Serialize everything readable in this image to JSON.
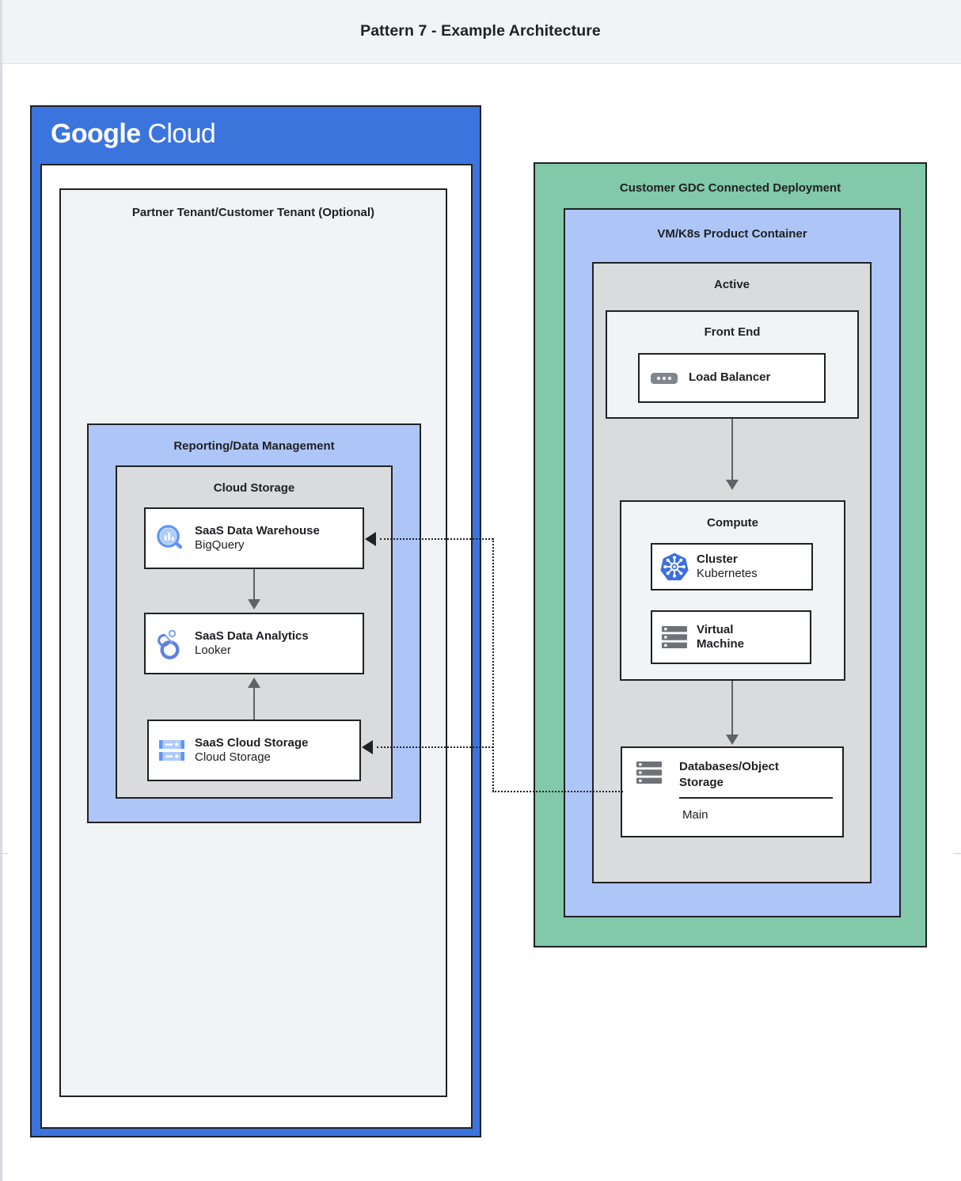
{
  "header": {
    "title": "Pattern 7 - Example Architecture"
  },
  "colors": {
    "brand_blue": "#3C74DE",
    "panel_blue": "#AEC6F7",
    "panel_green": "#81C9A8",
    "panel_grey": "#D9DBDD",
    "panel_light": "#F1F3F4",
    "stroke": "#202124",
    "arrow": "#5F6368"
  },
  "left_cloud": {
    "logo_bold": "Google",
    "logo_light": " Cloud",
    "tenant_title": "Partner Tenant/Customer Tenant (Optional)",
    "reporting_title": "Reporting/Data Management",
    "storage_group_title": "Cloud Storage",
    "nodes": [
      {
        "icon": "bigquery-icon",
        "title": "SaaS Data Warehouse",
        "subtitle": "BigQuery"
      },
      {
        "icon": "looker-icon",
        "title": "SaaS Data Analytics",
        "subtitle": "Looker"
      },
      {
        "icon": "cloud-storage-icon",
        "title": "SaaS Cloud Storage",
        "subtitle": "Cloud Storage"
      }
    ]
  },
  "right_gdc": {
    "deployment_title": "Customer GDC Connected Deployment",
    "container_title": "VM/K8s Product Container",
    "active_title": "Active",
    "frontend_title": "Front End",
    "compute_title": "Compute",
    "nodes": {
      "load_balancer": {
        "icon": "load-balancer-icon",
        "title": "Load Balancer",
        "subtitle": ""
      },
      "cluster": {
        "icon": "kubernetes-icon",
        "title": "Cluster",
        "subtitle": "Kubernetes"
      },
      "virtual_machine": {
        "icon": "virtual-machine-icon",
        "title_line1": "Virtual",
        "title_line2": "Machine"
      },
      "database": {
        "icon": "database-icon",
        "title_line1": "Databases/Object",
        "title_line2": "Storage",
        "sub": "Main"
      }
    }
  }
}
